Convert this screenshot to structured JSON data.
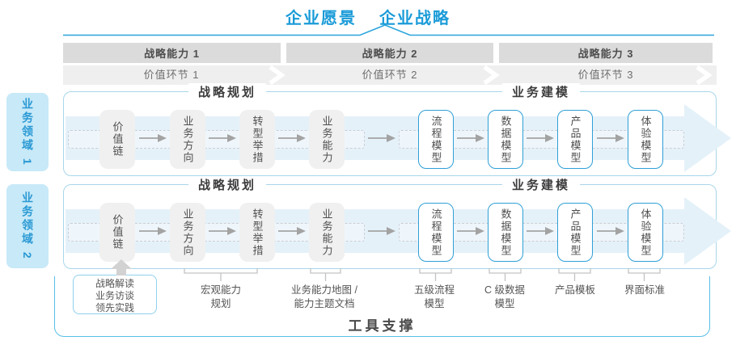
{
  "title": {
    "vision": "企业愿景",
    "strategy": "企业战略"
  },
  "capability_band": [
    "战略能力 1",
    "战略能力 2",
    "战略能力 3"
  ],
  "value_band": [
    "价值环节 1",
    "价值环节 2",
    "价值环节 3"
  ],
  "domains": [
    "业务领域 1",
    "业务领域 2"
  ],
  "rows": [
    {
      "header_left": "战略规划",
      "header_right": "业务建模",
      "strategy_boxes": [
        "价值链",
        "业务方向",
        "转型举措",
        "业务能力"
      ],
      "modeling_boxes": [
        "流程模型",
        "数据模型",
        "产品模型",
        "体验模型"
      ]
    },
    {
      "header_left": "战略规划",
      "header_right": "业务建模",
      "strategy_boxes": [
        "价值链",
        "业务方向",
        "转型举措",
        "业务能力"
      ],
      "modeling_boxes": [
        "流程模型",
        "数据模型",
        "产品模型",
        "体验模型"
      ]
    }
  ],
  "annotations": {
    "practice_note": "战略解读\n业务访谈\n领先实践",
    "macro_capability": "宏观能力\n规划",
    "capability_map": "业务能力地图 /\n能力主题文档",
    "l5_process": "五级流程\n模型",
    "c_level_data": "C 级数据\n模型",
    "product_template": "产品模板",
    "ui_standard": "界面标准"
  },
  "footer": {
    "tools_label": "工具支撑"
  },
  "colors": {
    "accent_blue": "#1a9bd8",
    "box_border_blue": "#2f9fd6",
    "flow_band_blue": "#e4f1f9",
    "domain_label_bg": "#c7e9f8",
    "capability_band_gray": "#dbdbdb",
    "value_band_gray": "#efeff0",
    "box_gray": "#f0f0f0"
  }
}
